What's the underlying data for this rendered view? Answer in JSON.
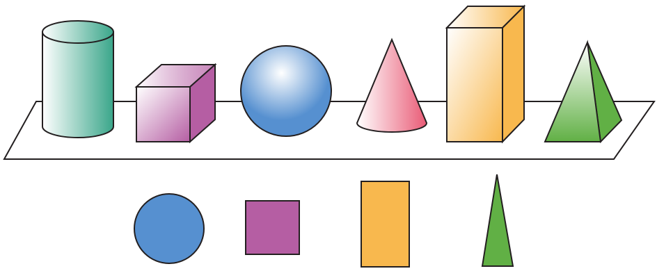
{
  "scene": {
    "background": "#ffffff",
    "stroke": "#231f20",
    "solids_on_board": [
      {
        "name": "cylinder",
        "color": "#3aa68a"
      },
      {
        "name": "cube",
        "color": "#b55ea3"
      },
      {
        "name": "sphere",
        "color": "#5690d0"
      },
      {
        "name": "cone",
        "color": "#e95b76"
      },
      {
        "name": "rectangular-prism",
        "color": "#f8b84e"
      },
      {
        "name": "pyramid",
        "color": "#61b045"
      }
    ],
    "flat_shapes": [
      {
        "name": "circle",
        "color": "#5690d0"
      },
      {
        "name": "square",
        "color": "#b55ea3"
      },
      {
        "name": "rectangle",
        "color": "#f8b84e"
      },
      {
        "name": "triangle",
        "color": "#61b045"
      }
    ]
  }
}
